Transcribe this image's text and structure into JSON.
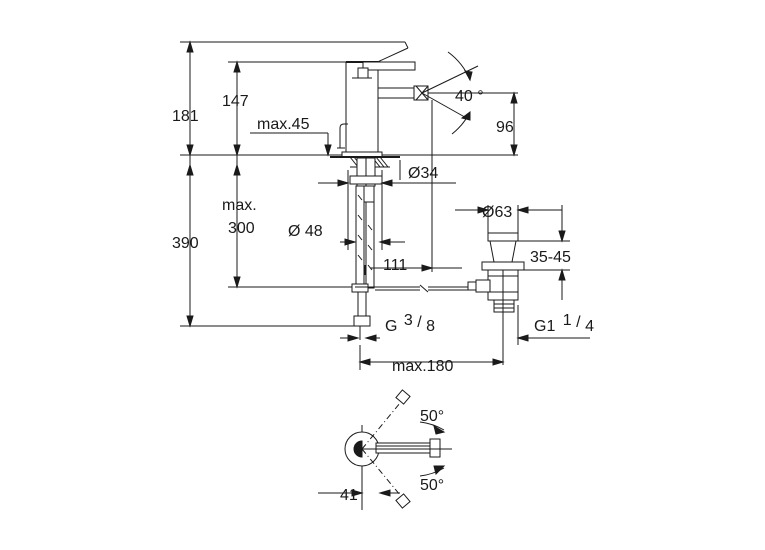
{
  "dimensions": {
    "height_total": "181",
    "height_spout": "147",
    "lever_max": "max.45",
    "lever_angle": "40 °",
    "spout_height": "96",
    "diameter_body": "Ø34",
    "depth_max_a": "max.",
    "depth_max_b": "300",
    "depth_total": "390",
    "diameter_hole": "Ø 48",
    "reach": "111",
    "diameter_waste": "Ø63",
    "waste_range": "35-45",
    "thread_waste_main": "G1",
    "thread_waste_num": "1",
    "thread_waste_den": "4",
    "thread_hose_main": "G",
    "thread_hose_num": "3",
    "thread_hose_den": "8",
    "width_max": "max.180",
    "swivel_angle_top": "50°",
    "swivel_angle_bottom": "50°",
    "plan_offset": "41"
  }
}
